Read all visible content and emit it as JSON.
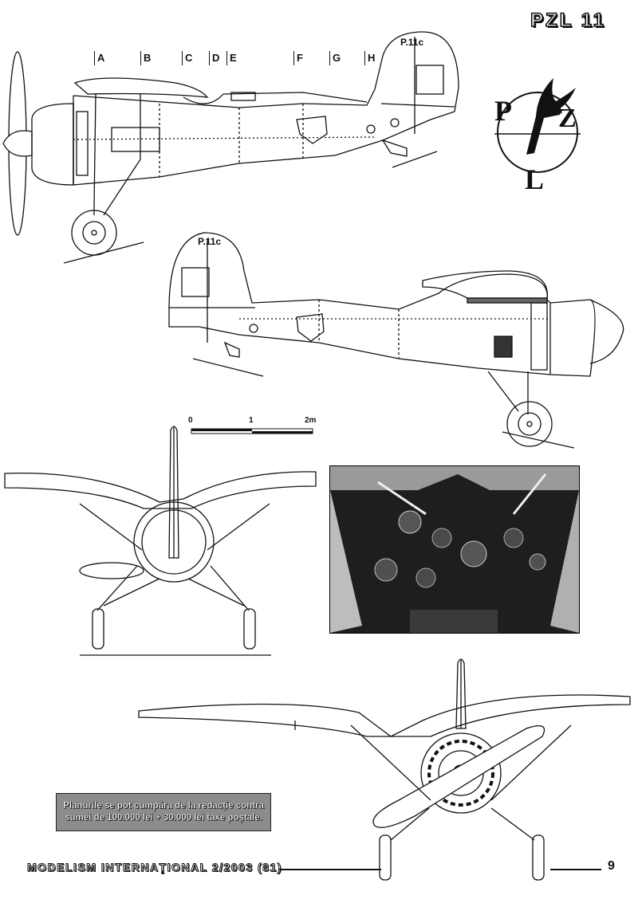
{
  "header": {
    "title": "PZL 11"
  },
  "stations": [
    "A",
    "B",
    "C",
    "D",
    "E",
    "F",
    "G",
    "H"
  ],
  "fuselage_marking": "P.11c",
  "logo": {
    "letters": [
      "P",
      "Z",
      "L"
    ]
  },
  "scale": {
    "ticks": [
      "0",
      "1",
      "2m"
    ]
  },
  "notice": {
    "line1": "Planurile se pot cumpăra de la redacţie contra",
    "line2": "sumei de 100.000 lei + 30.000 lei taxe poştale."
  },
  "footer": {
    "magazine": "MODELISM INTERNAŢIONAL 2/2003 (81)",
    "page_number": "9"
  }
}
